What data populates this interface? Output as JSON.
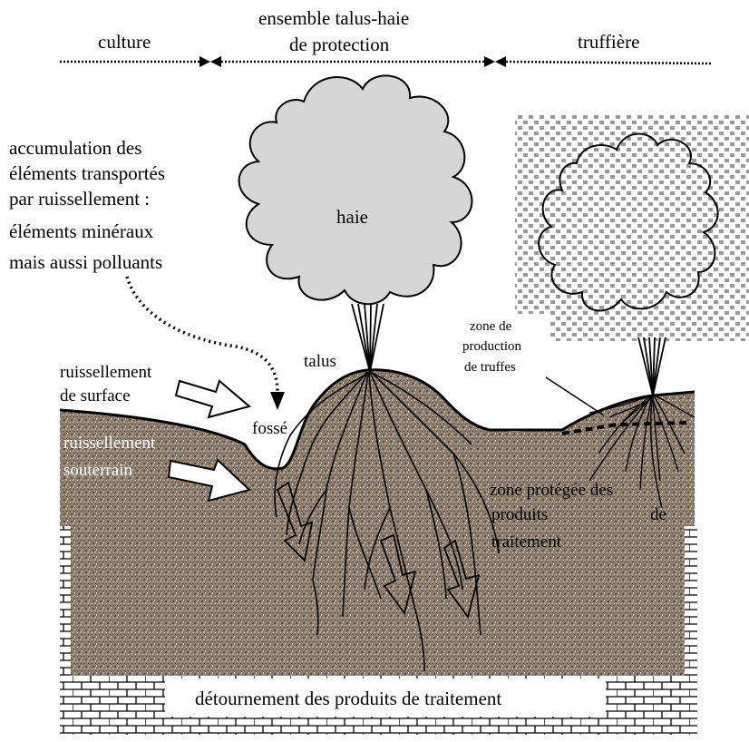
{
  "header": {
    "left_zone": "culture",
    "middle_zone_line1": "ensemble talus-haie",
    "middle_zone_line2": "de protection",
    "right_zone": "truffière"
  },
  "labels": {
    "accumulation": [
      "accumulation des",
      "éléments transportés",
      "par ruissellement :",
      "éléments minéraux",
      "mais aussi polluants"
    ],
    "hedge": "haie",
    "bank": "talus",
    "ditch": "fossé",
    "surface_runoff": [
      "ruissellement",
      "de surface"
    ],
    "underground_runoff": [
      "ruissellement",
      "souterrain"
    ],
    "truffle_zone": [
      "zone de",
      "production",
      "de truffes"
    ],
    "protected_zone": [
      "zone protégée des",
      "produits de",
      "traitement"
    ],
    "diversion": "détournement des produits de traitement"
  },
  "colors": {
    "soil": "#8d7e6f",
    "soil_light": "#b6a99b",
    "hedge_fill": "#d6d6d6",
    "bedrock_fill": "#ffffff",
    "truffle_tree_dots": "#9a9a9a",
    "ink": "#000000"
  }
}
